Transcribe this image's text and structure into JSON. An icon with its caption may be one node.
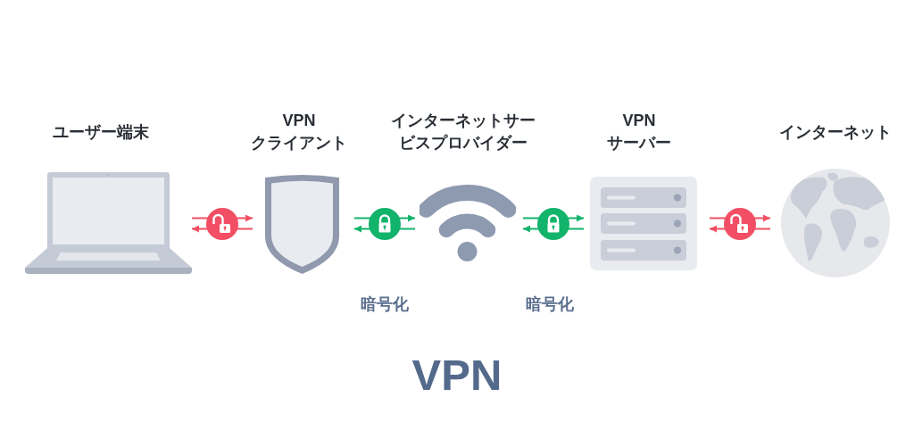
{
  "diagram": {
    "title": "VPN",
    "nodes": [
      {
        "text": [
          "ユーザー端末"
        ]
      },
      {
        "text": [
          "VPN クライアント"
        ]
      },
      {
        "text": [
          "インターネットサービスプロバイダー"
        ]
      },
      {
        "text": [
          "VPN サーバー"
        ]
      },
      {
        "text": [
          "インターネット"
        ]
      }
    ],
    "edges": [
      {
        "from": 0,
        "to": 1,
        "arrow": "to",
        "color": "#f24e64"
      },
      {
        "from": 1,
        "to": 0,
        "arrow": "to",
        "color": "#f24e64"
      },
      {
        "from": 1,
        "to": 2,
        "arrow": "to",
        "color": "#12b36b"
      },
      {
        "from": 2,
        "to": 1,
        "arrow": "to",
        "color": "#12b36b"
      },
      {
        "from": 2,
        "to": 3,
        "arrow": "to",
        "color": "#12b36b"
      },
      {
        "from": 3,
        "to": 2,
        "arrow": "to",
        "color": "#12b36b"
      },
      {
        "from": 3,
        "to": 4,
        "arrow": "to",
        "color": "#f24e64"
      },
      {
        "from": 4,
        "to": 3,
        "arrow": "to",
        "color": "#f24e64"
      }
    ],
    "labels": [
      "暗号化",
      "暗号化"
    ]
  }
}
